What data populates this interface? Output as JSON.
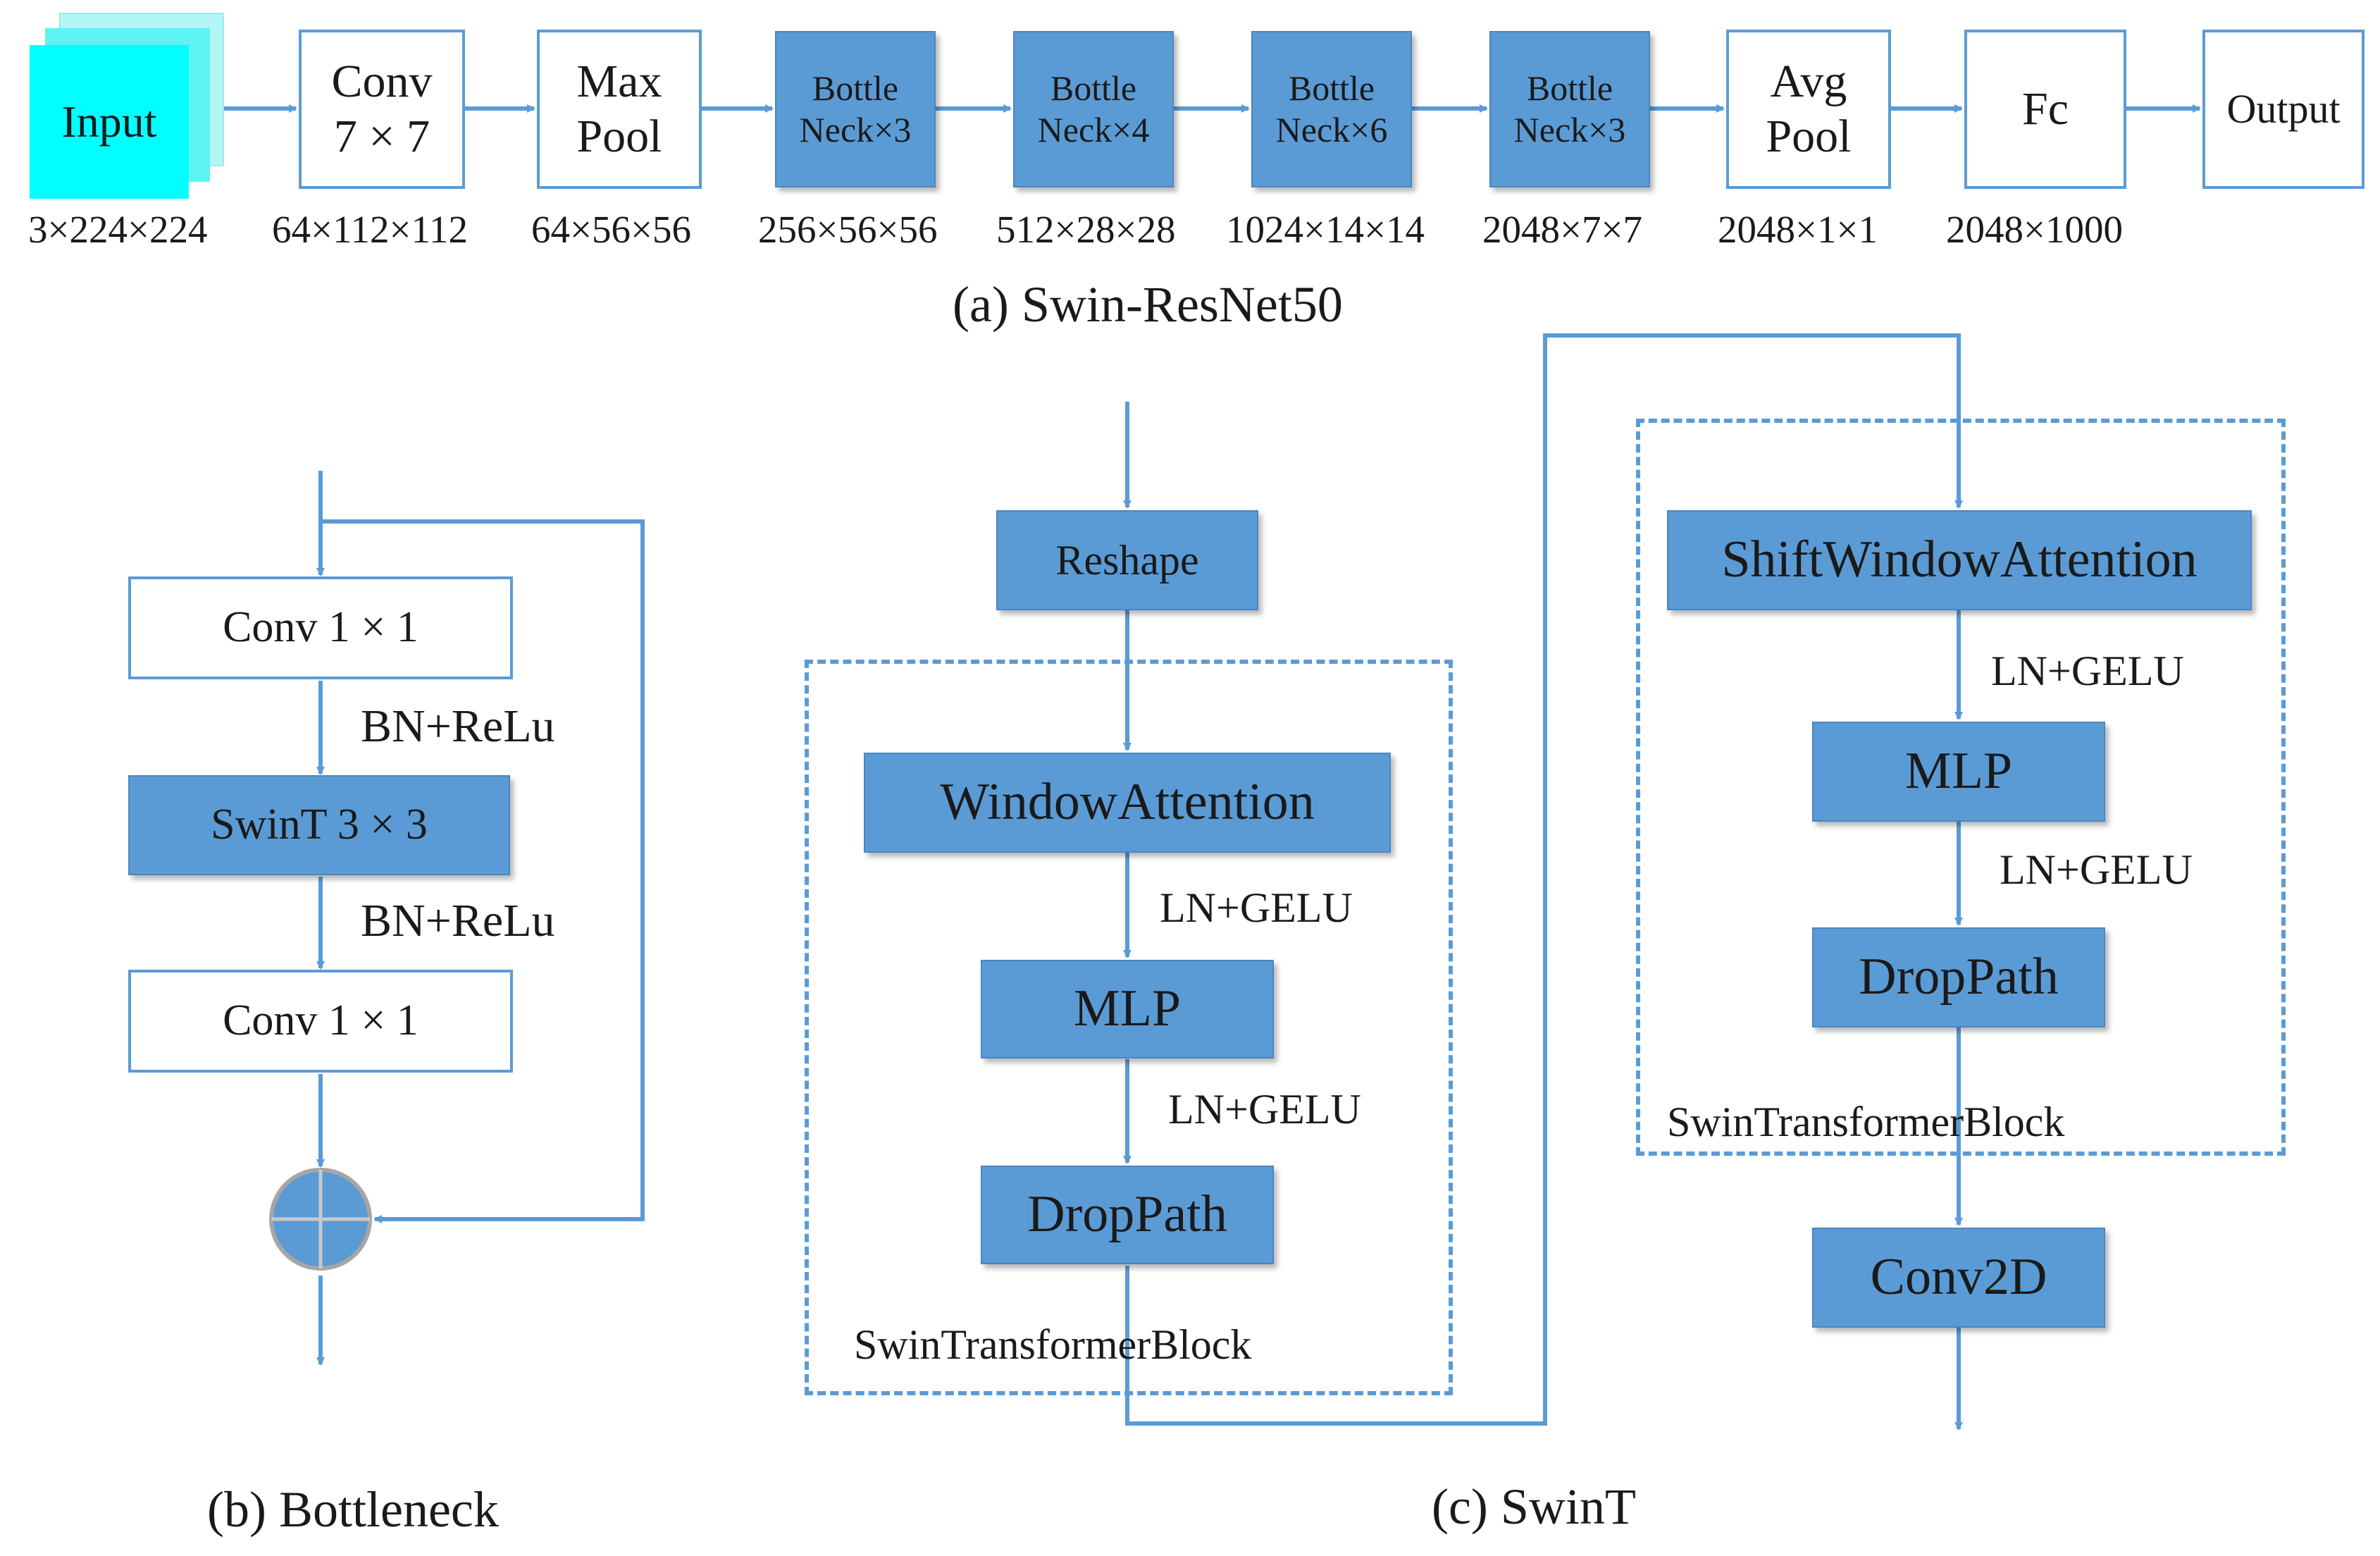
{
  "colors": {
    "accent": "#5b9bd5",
    "input_fill": "#00ffff",
    "line": "#5b9bd5"
  },
  "top": {
    "caption": "(a) Swin-ResNet50",
    "stages": [
      {
        "label": [
          "Input"
        ],
        "dim": "3×224×224"
      },
      {
        "label": [
          "Conv",
          "7 × 7"
        ],
        "dim": "64×112×112"
      },
      {
        "label": [
          "Max",
          "Pool"
        ],
        "dim": "64×56×56"
      },
      {
        "label": [
          "Bottle",
          "Neck×3"
        ],
        "dim": "256×56×56"
      },
      {
        "label": [
          "Bottle",
          "Neck×4"
        ],
        "dim": "512×28×28"
      },
      {
        "label": [
          "Bottle",
          "Neck×6"
        ],
        "dim": "1024×14×14"
      },
      {
        "label": [
          "Bottle",
          "Neck×3"
        ],
        "dim": "2048×7×7"
      },
      {
        "label": [
          "Avg",
          "Pool"
        ],
        "dim": "2048×1×1"
      },
      {
        "label": [
          "Fc"
        ],
        "dim": "2048×1000"
      },
      {
        "label": [
          "Output"
        ],
        "dim": ""
      }
    ]
  },
  "bottleneck": {
    "caption": "(b) Bottleneck",
    "conv_top": "Conv 1 × 1",
    "act1": "BN+ReLu",
    "swint": "SwinT 3 × 3",
    "act2": "BN+ReLu",
    "conv_bottom": "Conv 1 × 1"
  },
  "swint": {
    "caption": "(c) SwinT",
    "reshape": "Reshape",
    "block1": {
      "attention": "WindowAttention",
      "act1": "LN+GELU",
      "mlp": "MLP",
      "act2": "LN+GELU",
      "droppath": "DropPath",
      "name": "SwinTransformerBlock"
    },
    "block2": {
      "attention": "ShiftWindowAttention",
      "act1": "LN+GELU",
      "mlp": "MLP",
      "act2": "LN+GELU",
      "droppath": "DropPath",
      "name": "SwinTransformerBlock"
    },
    "conv2d": "Conv2D"
  }
}
